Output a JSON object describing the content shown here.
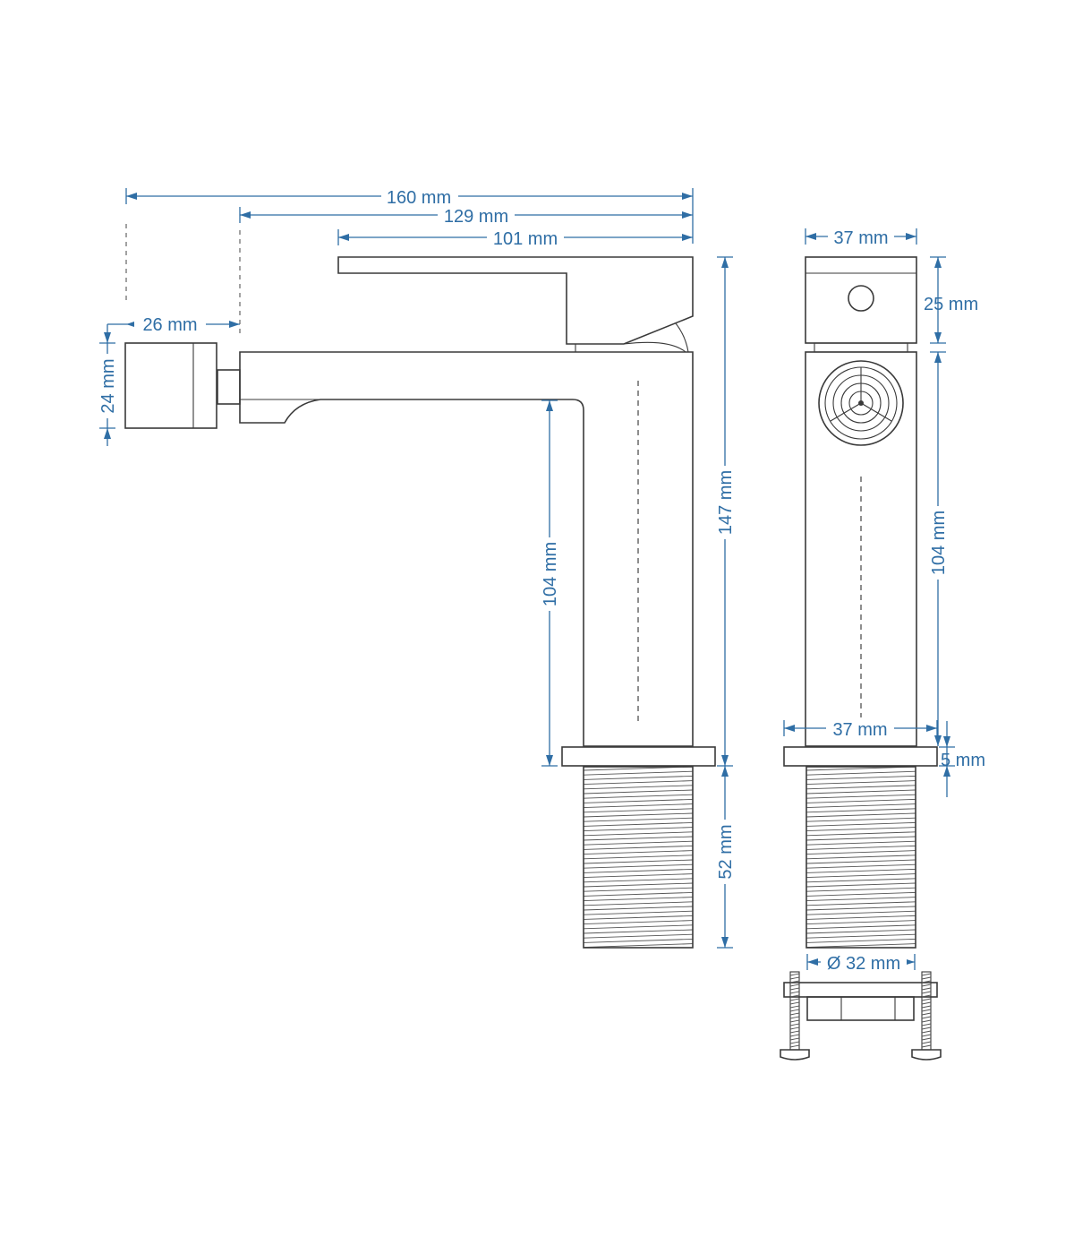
{
  "colors": {
    "dimension": "#2f6ea5",
    "outline": "#3a3a3a",
    "background": "#ffffff"
  },
  "dimensions": {
    "total_length": "160 mm",
    "spout_length": "129 mm",
    "lever_length": "101 mm",
    "aerator_length": "26 mm",
    "aerator_height": "24 mm",
    "body_height": "147 mm",
    "spout_clearance": "104 mm",
    "thread_length": "52 mm",
    "side_width_top": "37 mm",
    "lever_height": "25 mm",
    "side_body_height": "104 mm",
    "side_width_base": "37 mm",
    "base_plate_thickness": "5 mm",
    "thread_diameter": "Ø 32 mm"
  }
}
